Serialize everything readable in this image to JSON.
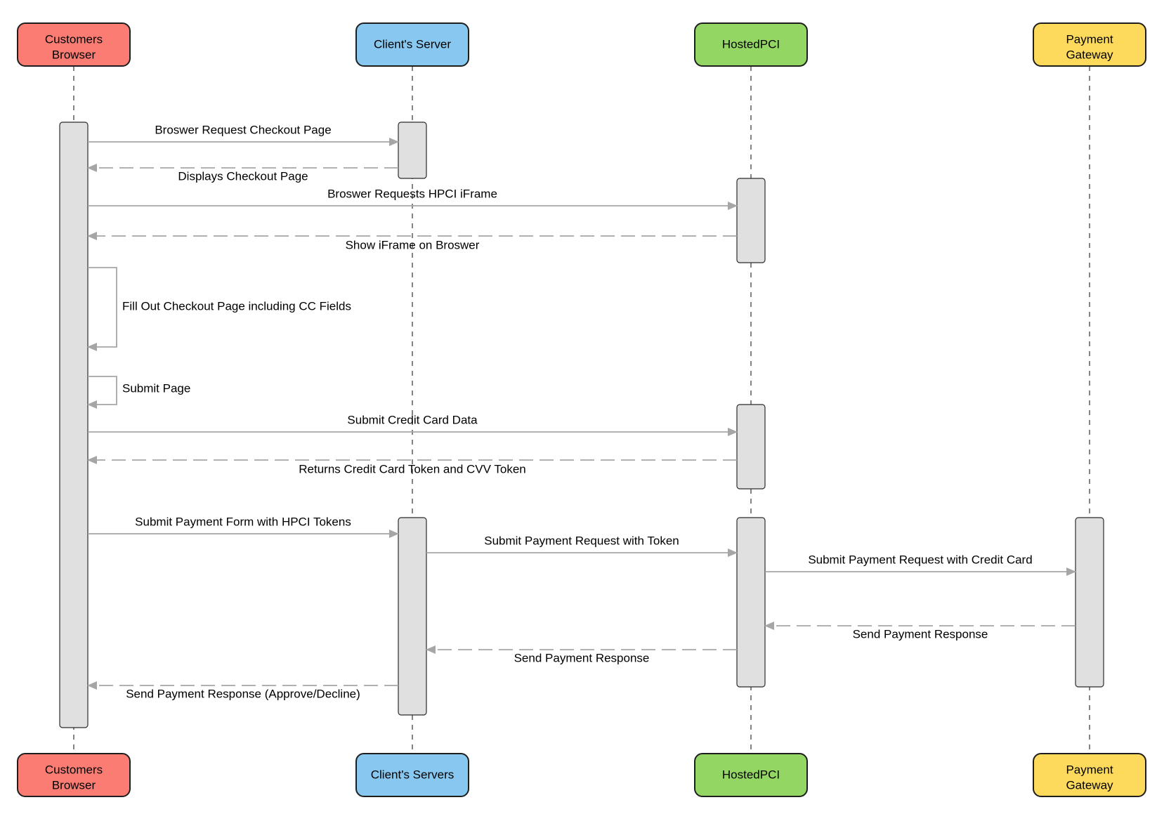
{
  "colors": {
    "browser": "#fb7c72",
    "client_server": "#88c8f0",
    "hostedpci": "#94d663",
    "gateway": "#fdda5c",
    "activation_fill": "#e0e0e0",
    "arrow": "#a6a6a6"
  },
  "actors": [
    {
      "id": "browser",
      "top": [
        "Customers",
        "Browser"
      ],
      "bottom": [
        "Customers",
        "Browser"
      ]
    },
    {
      "id": "server",
      "top": [
        "Client's Server"
      ],
      "bottom": [
        "Client's Servers"
      ]
    },
    {
      "id": "hpci",
      "top": [
        "HostedPCI"
      ],
      "bottom": [
        "HostedPCI"
      ]
    },
    {
      "id": "gateway",
      "top": [
        "Payment",
        "Gateway"
      ],
      "bottom": [
        "Payment",
        "Gateway"
      ]
    }
  ],
  "messages": [
    {
      "from": "browser",
      "to": "server",
      "style": "solid",
      "label": "Broswer Request Checkout Page"
    },
    {
      "from": "server",
      "to": "browser",
      "style": "dashed",
      "label": "Displays Checkout Page"
    },
    {
      "from": "browser",
      "to": "hpci",
      "style": "solid",
      "label": "Broswer Requests HPCI iFrame"
    },
    {
      "from": "hpci",
      "to": "browser",
      "style": "dashed",
      "label": "Show iFrame on Broswer"
    },
    {
      "from": "browser",
      "to": "browser",
      "style": "self",
      "label": "Fill Out Checkout Page including CC Fields"
    },
    {
      "from": "browser",
      "to": "browser",
      "style": "self",
      "label": "Submit Page"
    },
    {
      "from": "browser",
      "to": "hpci",
      "style": "solid",
      "label": "Submit Credit Card Data"
    },
    {
      "from": "hpci",
      "to": "browser",
      "style": "dashed",
      "label": "Returns Credit Card Token and CVV Token"
    },
    {
      "from": "browser",
      "to": "server",
      "style": "solid",
      "label": "Submit Payment Form with HPCI Tokens"
    },
    {
      "from": "server",
      "to": "hpci",
      "style": "solid",
      "label": "Submit Payment Request with Token"
    },
    {
      "from": "hpci",
      "to": "gateway",
      "style": "solid",
      "label": "Submit Payment Request with Credit Card"
    },
    {
      "from": "gateway",
      "to": "hpci",
      "style": "dashed",
      "label": "Send Payment Response"
    },
    {
      "from": "hpci",
      "to": "server",
      "style": "dashed",
      "label": "Send Payment Response"
    },
    {
      "from": "server",
      "to": "browser",
      "style": "dashed",
      "label": "Send Payment Response (Approve/Decline)"
    }
  ]
}
